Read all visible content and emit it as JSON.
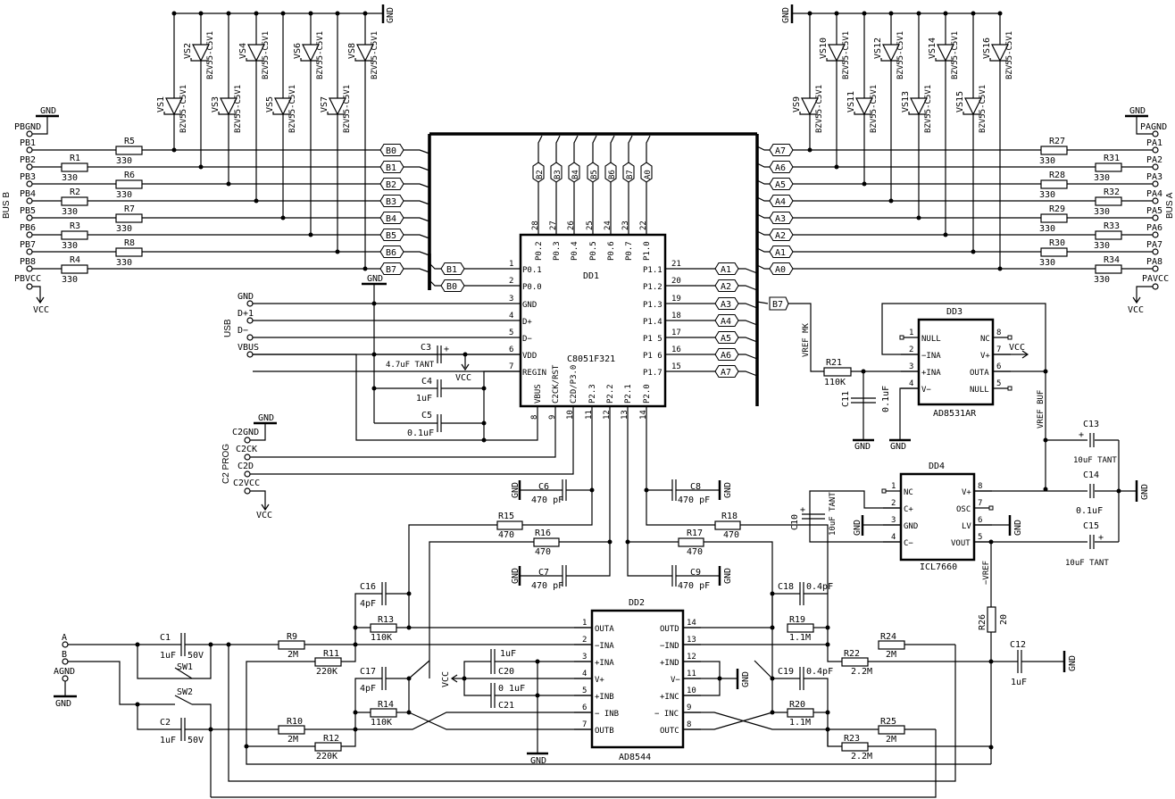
{
  "bus_b": {
    "label": "BUS B",
    "gnd_connector": "PBGND",
    "vcc_connector": "PBVCC",
    "pins": [
      "PB1",
      "PB2",
      "PB3",
      "PB4",
      "PB5",
      "PB6",
      "PB7",
      "PB8"
    ],
    "resistors": [
      {
        "ref": "R5",
        "value": "330"
      },
      {
        "ref": "R1",
        "value": "330"
      },
      {
        "ref": "R6",
        "value": "330"
      },
      {
        "ref": "R2",
        "value": "330"
      },
      {
        "ref": "R7",
        "value": "330"
      },
      {
        "ref": "R3",
        "value": "330"
      },
      {
        "ref": "R8",
        "value": "330"
      },
      {
        "ref": "R4",
        "value": "330"
      }
    ],
    "nets": [
      "B0",
      "B1",
      "B2",
      "B3",
      "B4",
      "B5",
      "B6",
      "B7"
    ],
    "diodes": [
      {
        "ref": "VS1",
        "part": "BZV55-C5V1"
      },
      {
        "ref": "VS2",
        "part": "BZV55-C5V1"
      },
      {
        "ref": "VS3",
        "part": "BZV55-C5V1"
      },
      {
        "ref": "VS4",
        "part": "BZV55-C5V1"
      },
      {
        "ref": "VS5",
        "part": "BZV55-C5V1"
      },
      {
        "ref": "VS6",
        "part": "BZV55-C5V1"
      },
      {
        "ref": "VS7",
        "part": "BZV55-C5V1"
      },
      {
        "ref": "VS8",
        "part": "BZV55-C5V1"
      }
    ]
  },
  "bus_a": {
    "label": "BUS A",
    "gnd_connector": "PAGND",
    "vcc_connector": "PAVCC",
    "pins": [
      "PA1",
      "PA2",
      "PA3",
      "PA4",
      "PA5",
      "PA6",
      "PA7",
      "PA8"
    ],
    "resistors": [
      {
        "ref": "R27",
        "value": "330"
      },
      {
        "ref": "R31",
        "value": "330"
      },
      {
        "ref": "R28",
        "value": "330"
      },
      {
        "ref": "R32",
        "value": "330"
      },
      {
        "ref": "R29",
        "value": "330"
      },
      {
        "ref": "R33",
        "value": "330"
      },
      {
        "ref": "R30",
        "value": "330"
      },
      {
        "ref": "R34",
        "value": "330"
      }
    ],
    "nets": [
      "A7",
      "A6",
      "A5",
      "A4",
      "A3",
      "A2",
      "A1",
      "A0"
    ],
    "diodes": [
      {
        "ref": "VS9",
        "part": "BZV55-C5V1"
      },
      {
        "ref": "VS10",
        "part": "BZV55-C5V1"
      },
      {
        "ref": "VS11",
        "part": "BZV55-C5V1"
      },
      {
        "ref": "VS12",
        "part": "BZV55-C5V1"
      },
      {
        "ref": "VS13",
        "part": "BZV55-C5V1"
      },
      {
        "ref": "VS14",
        "part": "BZV55-C5V1"
      },
      {
        "ref": "VS15",
        "part": "BZV55-C5V1"
      },
      {
        "ref": "VS16",
        "part": "BZV55-C5V1"
      }
    ]
  },
  "power": {
    "gnd": "GND",
    "vcc": "VCC",
    "agnd": "AGND"
  },
  "dd1": {
    "ref": "DD1",
    "part": "C8051F321",
    "left_pins": [
      {
        "num": "1",
        "name": "P0.1",
        "net": "B1"
      },
      {
        "num": "2",
        "name": "P0.0",
        "net": "B0"
      },
      {
        "num": "3",
        "name": "GND"
      },
      {
        "num": "4",
        "name": "D+"
      },
      {
        "num": "5",
        "name": "D−"
      },
      {
        "num": "6",
        "name": "VDD"
      },
      {
        "num": "7",
        "name": "REGIN"
      }
    ],
    "top_pins": [
      {
        "num": "28",
        "name": "P0.2",
        "net": "B2"
      },
      {
        "num": "27",
        "name": "P0.3",
        "net": "B3"
      },
      {
        "num": "26",
        "name": "P0.4",
        "net": "B4"
      },
      {
        "num": "25",
        "name": "P0.5",
        "net": "B5"
      },
      {
        "num": "24",
        "name": "P0.6",
        "net": "B6"
      },
      {
        "num": "23",
        "name": "P0.7",
        "net": "B7"
      },
      {
        "num": "22",
        "name": "P1.0",
        "net": "A0"
      }
    ],
    "right_pins": [
      {
        "num": "21",
        "name": "P1.1",
        "net": "A1"
      },
      {
        "num": "20",
        "name": "P1.2",
        "net": "A2"
      },
      {
        "num": "19",
        "name": "P1.3",
        "net": "A3"
      },
      {
        "num": "18",
        "name": "P1.4",
        "net": "A4"
      },
      {
        "num": "17",
        "name": "P1 5",
        "net": "A5"
      },
      {
        "num": "16",
        "name": "P1 6",
        "net": "A6"
      },
      {
        "num": "15",
        "name": "P1.7",
        "net": "A7"
      }
    ],
    "bottom_pins": [
      {
        "num": "8",
        "name": "VBUS"
      },
      {
        "num": "9",
        "name": "C2CK/RST"
      },
      {
        "num": "10",
        "name": "C2D/P3.0"
      },
      {
        "num": "11",
        "name": "P2.3"
      },
      {
        "num": "12",
        "name": "P2.2"
      },
      {
        "num": "13",
        "name": "P2.1"
      },
      {
        "num": "14",
        "name": "P2.0"
      }
    ],
    "b7_out_net": "B7",
    "b7_out_label": "VREF MK"
  },
  "usb": {
    "label": "USB",
    "pins": [
      "GND",
      "D+1",
      "D−",
      "VBUS"
    ]
  },
  "c2prog": {
    "label": "C2 PROG",
    "pins": [
      "C2GND",
      "C2CK",
      "C2D",
      "C2VCC"
    ]
  },
  "caps_dd1": [
    {
      "ref": "C3",
      "value": "4.7uF TANT",
      "polar": "+"
    },
    {
      "ref": "C4",
      "value": "1uF"
    },
    {
      "ref": "C5",
      "value": "0.1uF"
    }
  ],
  "dd3": {
    "ref": "DD3",
    "part": "AD8531AR",
    "left_pins": [
      {
        "num": "1",
        "name": "NULL"
      },
      {
        "num": "2",
        "name": "−INA"
      },
      {
        "num": "3",
        "name": "+INA"
      },
      {
        "num": "4",
        "name": "V−"
      }
    ],
    "right_pins": [
      {
        "num": "8",
        "name": "NC"
      },
      {
        "num": "7",
        "name": "V+"
      },
      {
        "num": "6",
        "name": "OUTA"
      },
      {
        "num": "5",
        "name": "NULL"
      }
    ],
    "r21": {
      "ref": "R21",
      "value": "110K"
    },
    "c11": {
      "ref": "C11",
      "value": "0.1uF"
    },
    "out_label": "VREF BUF"
  },
  "dd4": {
    "ref": "DD4",
    "part": "ICL7660",
    "left_pins": [
      {
        "num": "1",
        "name": "NC"
      },
      {
        "num": "2",
        "name": "C+"
      },
      {
        "num": "3",
        "name": "GND"
      },
      {
        "num": "4",
        "name": "C−"
      }
    ],
    "right_pins": [
      {
        "num": "8",
        "name": "V+"
      },
      {
        "num": "7",
        "name": "OSC"
      },
      {
        "num": "6",
        "name": "LV"
      },
      {
        "num": "5",
        "name": "VOUT"
      }
    ],
    "c10": {
      "ref": "C10",
      "value": "10uF TANT"
    },
    "c13": {
      "ref": "C13",
      "value": "10uF TANT"
    },
    "c14": {
      "ref": "C14",
      "value": "0.1uF"
    },
    "c15": {
      "ref": "C15",
      "value": "10uF TANT"
    },
    "out_label": "−VREF"
  },
  "filters": {
    "c6": {
      "ref": "C6",
      "value": "470 pF"
    },
    "c7": {
      "ref": "C7",
      "value": "470 pF"
    },
    "c8": {
      "ref": "C8",
      "value": "470 pF"
    },
    "c9": {
      "ref": "C9",
      "value": "470 pF"
    },
    "r15": {
      "ref": "R15",
      "value": "470"
    },
    "r16": {
      "ref": "R16",
      "value": "470"
    },
    "r17": {
      "ref": "R17",
      "value": "470"
    },
    "r18": {
      "ref": "R18",
      "value": "470"
    }
  },
  "dd2": {
    "ref": "DD2",
    "part": "AD8544",
    "left_pins": [
      {
        "num": "1",
        "name": "OUTA"
      },
      {
        "num": "2",
        "name": "−INA"
      },
      {
        "num": "3",
        "name": "+INA"
      },
      {
        "num": "4",
        "name": "V+"
      },
      {
        "num": "5",
        "name": "+INB"
      },
      {
        "num": "6",
        "name": "− INB"
      },
      {
        "num": "7",
        "name": "OUTB"
      }
    ],
    "right_pins": [
      {
        "num": "14",
        "name": "OUTD"
      },
      {
        "num": "13",
        "name": "−IND"
      },
      {
        "num": "12",
        "name": "+IND"
      },
      {
        "num": "11",
        "name": "V−"
      },
      {
        "num": "10",
        "name": "+INC"
      },
      {
        "num": "9",
        "name": "− INC"
      },
      {
        "num": "8",
        "name": "OUTC"
      }
    ],
    "c20": {
      "ref": "C20",
      "value": "1uF"
    },
    "c21": {
      "ref": "C21",
      "value": "0 1uF"
    }
  },
  "input": {
    "pins": [
      "A",
      "B",
      "AGND"
    ],
    "c1": {
      "ref": "C1",
      "value": "1uF",
      "voltage": "50V"
    },
    "c2": {
      "ref": "C2",
      "value": "1uF",
      "voltage": "50V"
    },
    "sw1": "SW1",
    "sw2": "SW2",
    "r9": {
      "ref": "R9",
      "value": "2M"
    },
    "r10": {
      "ref": "R10",
      "value": "2M"
    },
    "r11": {
      "ref": "R11",
      "value": "220K"
    },
    "r12": {
      "ref": "R12",
      "value": "220K"
    },
    "r13": {
      "ref": "R13",
      "value": "110K"
    },
    "r14": {
      "ref": "R14",
      "value": "110K"
    },
    "c16": {
      "ref": "C16",
      "value": "4pF"
    },
    "c17": {
      "ref": "C17",
      "value": "4pF"
    }
  },
  "output": {
    "c18": {
      "ref": "C18",
      "value": "0.4pF"
    },
    "c19": {
      "ref": "C19",
      "value": "0.4pF"
    },
    "r19": {
      "ref": "R19",
      "value": "1.1M"
    },
    "r20": {
      "ref": "R20",
      "value": "1.1M"
    },
    "r22": {
      "ref": "R22",
      "value": "2.2M"
    },
    "r23": {
      "ref": "R23",
      "value": "2.2M"
    },
    "r24": {
      "ref": "R24",
      "value": "2M"
    },
    "r25": {
      "ref": "R25",
      "value": "2M"
    },
    "r26": {
      "ref": "R26",
      "value": "20"
    },
    "c12": {
      "ref": "C12",
      "value": "1uF"
    }
  }
}
